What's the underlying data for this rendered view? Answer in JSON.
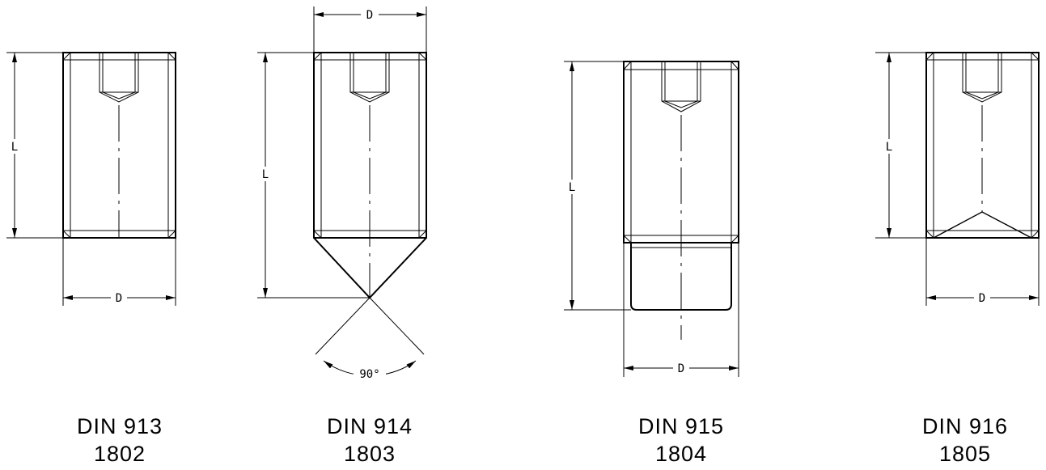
{
  "screws": [
    {
      "standard": "DIN 913",
      "code": "1802",
      "length_label": "L",
      "diameter_label": "D"
    },
    {
      "standard": "DIN 914",
      "code": "1803",
      "length_label": "L",
      "diameter_label": "D",
      "angle_label": "90°"
    },
    {
      "standard": "DIN 915",
      "code": "1804",
      "length_label": "L",
      "diameter_label": "D"
    },
    {
      "standard": "DIN 916",
      "code": "1805",
      "length_label": "L",
      "diameter_label": "D"
    }
  ]
}
